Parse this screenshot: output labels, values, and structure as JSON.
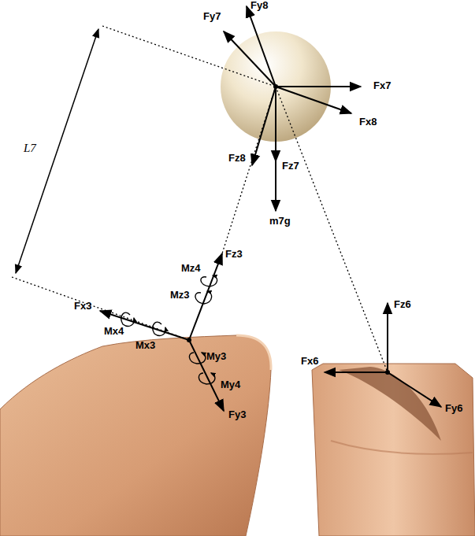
{
  "diagram": {
    "labels": [
      "Fy7",
      "Fy8",
      "Fx7",
      "Fx8",
      "Fz8",
      "Fz7",
      "m7g",
      "L7",
      "Fz3",
      "Mz4",
      "Mz3",
      "Fx3",
      "Mx4",
      "Mx3",
      "My3",
      "My4",
      "Fy3",
      "Fz6",
      "Fx6",
      "Fy6"
    ]
  }
}
